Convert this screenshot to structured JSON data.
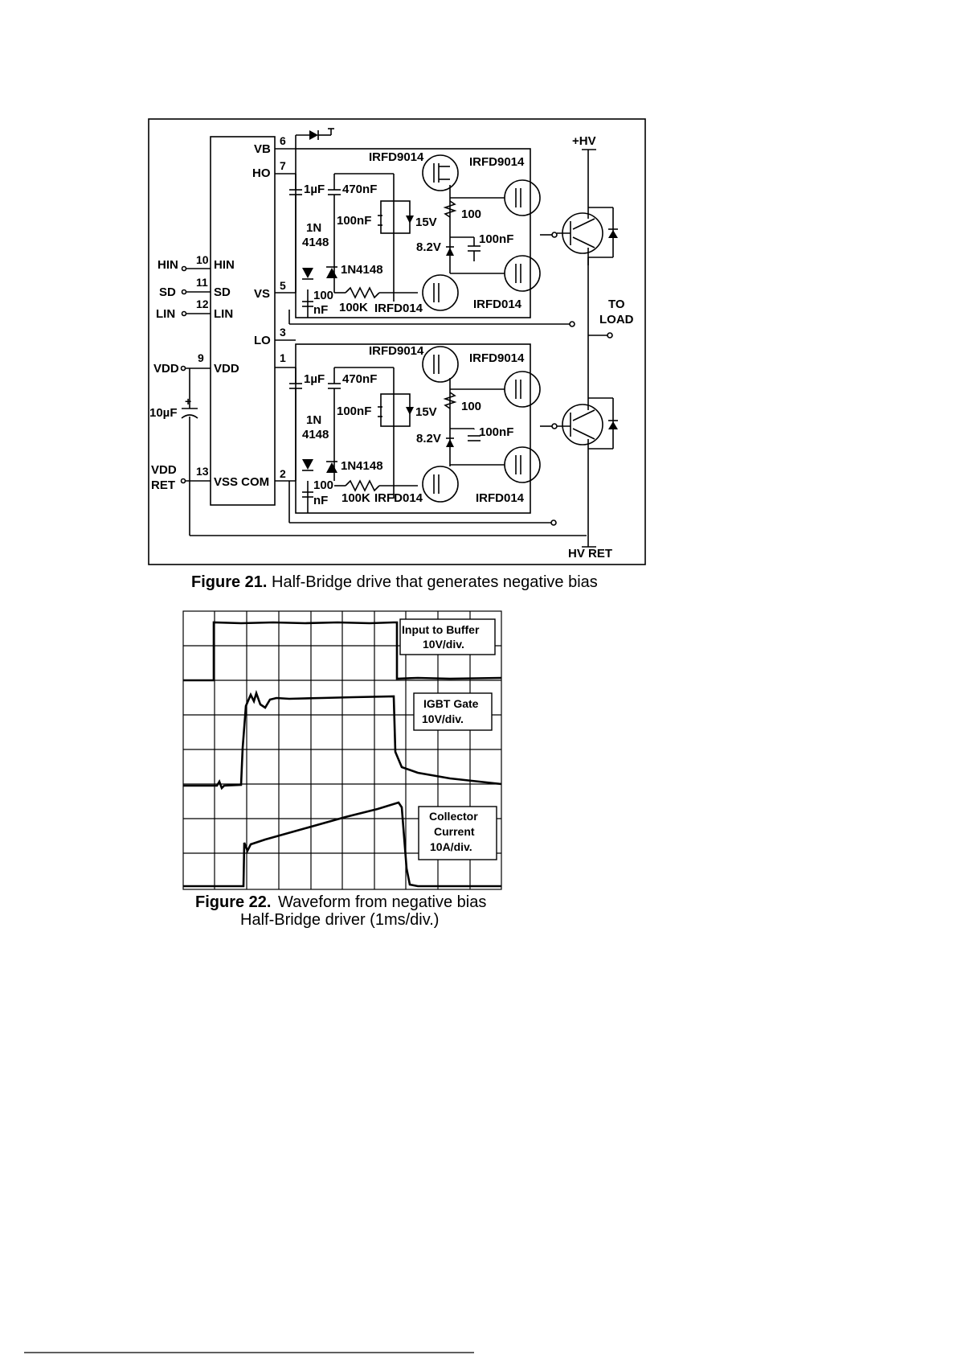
{
  "figure21": {
    "caption_num": "Figure 21.",
    "caption_text": "Half-Bridge drive that generates negative bias",
    "ic_pins_left": {
      "hin_ext": "HIN",
      "hin_num": "10",
      "hin_int": "HIN",
      "sd_ext": "SD",
      "sd_num": "11",
      "sd_int": "SD",
      "lin_ext": "LIN",
      "lin_num": "12",
      "lin_int": "LIN",
      "vdd_ext": "VDD",
      "vdd_num": "9",
      "vdd_int": "VDD",
      "vddret_1": "VDD",
      "vddret_2": "RET",
      "vss_num": "13",
      "vss_int": "VSS COM"
    },
    "ic_pins_right": {
      "vb": "VB",
      "vb_num": "6",
      "ho": "HO",
      "ho_num": "7",
      "vs": "VS",
      "vs_num": "5",
      "lo": "LO",
      "lo_num": "3",
      "com_num": "2",
      "lo_drv_num": "1"
    },
    "top": {
      "cap1": "1µF",
      "cap2": "470nF",
      "cap3": "100nF",
      "zener1": "15V",
      "res1": "100",
      "zener2": "8.2V",
      "cap4": "100nF",
      "d1_1": "1N",
      "d1_2": "4148",
      "d2": "1N4148",
      "cap5_1": "100",
      "cap5_2": "nF",
      "res2": "100K",
      "q1": "IRFD9014",
      "q2": "IRFD9014",
      "q3": "IRFD014",
      "q4": "IRFD014"
    },
    "bottom": {
      "cap1": "1µF",
      "cap2": "470nF",
      "cap3": "100nF",
      "zener1": "15V",
      "res1": "100",
      "zener2": "8.2V",
      "cap4": "100nF",
      "d1_1": "1N",
      "d1_2": "4148",
      "d2": "1N4148",
      "cap5_1": "100",
      "cap5_2": "nF",
      "res2": "100K",
      "q1": "IRFD9014",
      "q2": "IRFD9014",
      "q3": "IRFD014",
      "q4": "IRFD014"
    },
    "vdd_cap": "10µF",
    "plus_hv": "+HV",
    "load_1": "TO",
    "load_2": "LOAD",
    "hv_ret": "HV RET"
  },
  "figure22": {
    "caption_num": "Figure 22.",
    "caption_text_1": "Waveform from negative bias",
    "caption_text_2": "Half-Bridge driver (1ms/div.)",
    "labels": {
      "input_1": "Input to Buffer",
      "input_2": "10V/div.",
      "gate_1": "IGBT Gate",
      "gate_2": "10V/div.",
      "coll_1": "Collector",
      "coll_2": "Current",
      "coll_3": "10A/div."
    }
  }
}
